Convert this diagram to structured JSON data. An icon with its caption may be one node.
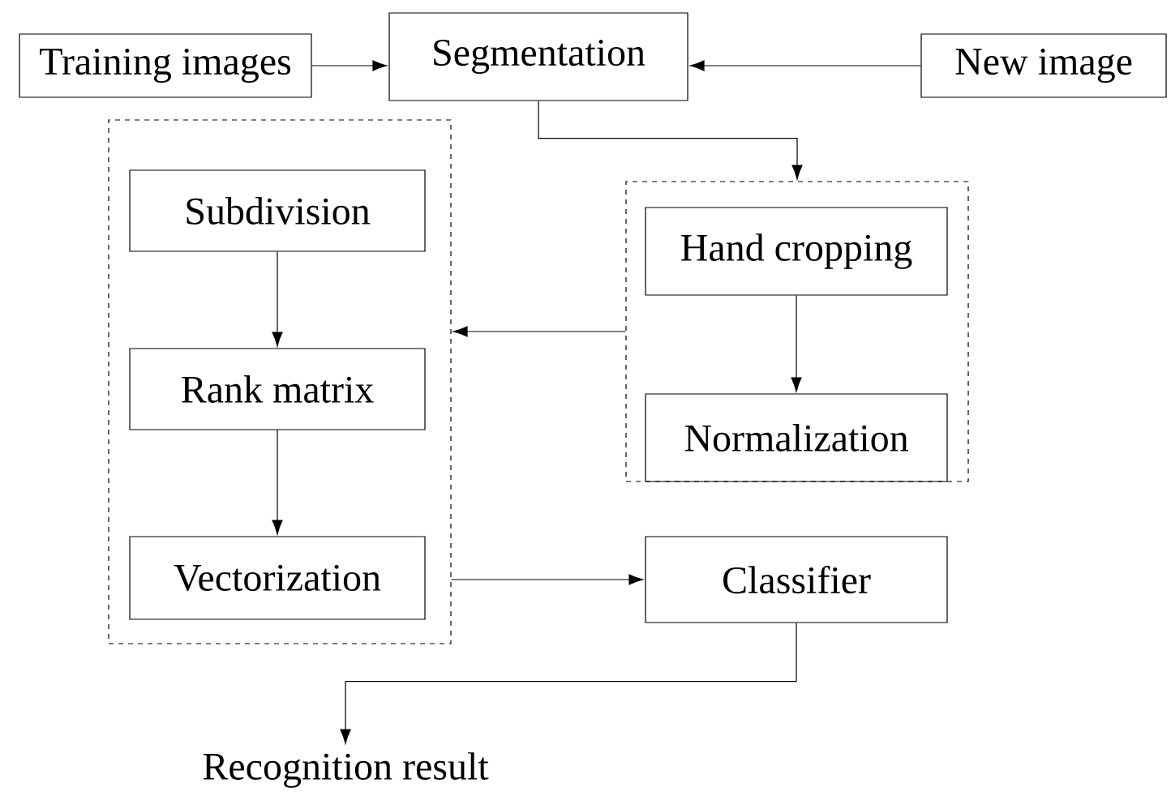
{
  "diagram": {
    "nodes": [
      {
        "text": [
          "Training images"
        ]
      },
      {
        "text": [
          "Segmentation"
        ]
      },
      {
        "text": [
          "New image"
        ]
      },
      {
        "text": [],
        "shape": "box"
      },
      {
        "text": [
          "Subdivision"
        ],
        "in": 3
      },
      {
        "text": [
          "Rank matrix"
        ],
        "in": 3
      },
      {
        "text": [
          "Vectorization"
        ],
        "in": 3
      },
      {
        "text": [],
        "shape": "box"
      },
      {
        "text": [
          "Hand cropping"
        ],
        "in": 7
      },
      {
        "text": [
          "Normalization"
        ],
        "in": 7
      },
      {
        "text": [
          "Classifier"
        ]
      },
      {
        "text": [
          "Recognition result"
        ]
      }
    ],
    "edges": [
      {
        "from": 0,
        "to": 1,
        "arrow": "to"
      },
      {
        "from": 2,
        "to": 1,
        "arrow": "to"
      },
      {
        "from": 1,
        "to": 7,
        "arrow": "to"
      },
      {
        "from": 8,
        "to": 9,
        "arrow": "to"
      },
      {
        "from": 7,
        "to": 3,
        "arrow": "to"
      },
      {
        "from": 4,
        "to": 5,
        "arrow": "to"
      },
      {
        "from": 5,
        "to": 6,
        "arrow": "to"
      },
      {
        "from": 3,
        "to": 10,
        "arrow": "to"
      },
      {
        "from": 10,
        "to": 11,
        "arrow": "to"
      }
    ]
  }
}
